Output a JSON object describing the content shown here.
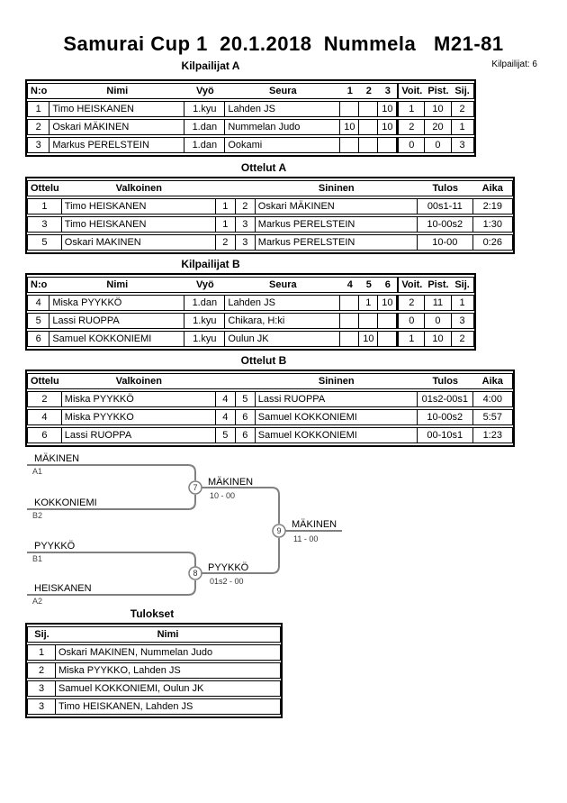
{
  "title": "Samurai Cup 1  20.1.2018  Nummela   M21-81",
  "competitor_count": "Kilpailijat: 6",
  "poolA": {
    "title": "Kilpailijat A",
    "h": {
      "no": "N:o",
      "nimi": "Nimi",
      "vyo": "Vyö",
      "seura": "Seura",
      "c1": "1",
      "c2": "2",
      "c3": "3",
      "voit": "Voit.",
      "pist": "Pist.",
      "sij": "Sij."
    },
    "rows": [
      {
        "no": "1",
        "nimi": "Timo HEISKANEN",
        "vyo": "1.kyu",
        "seura": "Lahden JS",
        "c1": "",
        "c2": "",
        "c3": "10",
        "voit": "1",
        "pist": "10",
        "sij": "2"
      },
      {
        "no": "2",
        "nimi": "Oskari MÄKINEN",
        "vyo": "1.dan",
        "seura": "Nummelan Judo",
        "c1": "10",
        "c2": "",
        "c3": "10",
        "voit": "2",
        "pist": "20",
        "sij": "1"
      },
      {
        "no": "3",
        "nimi": "Markus PERELSTEIN",
        "vyo": "1.dan",
        "seura": "Ookami",
        "c1": "",
        "c2": "",
        "c3": "",
        "voit": "0",
        "pist": "0",
        "sij": "3"
      }
    ]
  },
  "matchesA": {
    "title": "Ottelut A",
    "h": {
      "ottelu": "Ottelu",
      "valkoinen": "Valkoinen",
      "sininen": "Sininen",
      "tulos": "Tulos",
      "aika": "Aika"
    },
    "rows": [
      {
        "no": "1",
        "white": "Timo HEISKANEN",
        "wn": "1",
        "bn": "2",
        "blue": "Oskari MÄKINEN",
        "tulos": "00s1-11",
        "aika": "2:19"
      },
      {
        "no": "3",
        "white": "Timo HEISKANEN",
        "wn": "1",
        "bn": "3",
        "blue": "Markus PERELSTEIN",
        "tulos": "10-00s2",
        "aika": "1:30"
      },
      {
        "no": "5",
        "white": "Oskari MAKINEN",
        "wn": "2",
        "bn": "3",
        "blue": "Markus PERELSTEIN",
        "tulos": "10-00",
        "aika": "0:26"
      }
    ]
  },
  "poolB": {
    "title": "Kilpailijat B",
    "h": {
      "no": "N:o",
      "nimi": "Nimi",
      "vyo": "Vyö",
      "seura": "Seura",
      "c1": "4",
      "c2": "5",
      "c3": "6",
      "voit": "Voit.",
      "pist": "Pist.",
      "sij": "Sij."
    },
    "rows": [
      {
        "no": "4",
        "nimi": "Miska PYYKKÖ",
        "vyo": "1.dan",
        "seura": "Lahden JS",
        "c1": "",
        "c2": "1",
        "c3": "10",
        "voit": "2",
        "pist": "11",
        "sij": "1"
      },
      {
        "no": "5",
        "nimi": "Lassi RUOPPA",
        "vyo": "1.kyu",
        "seura": "Chikara, H:ki",
        "c1": "",
        "c2": "",
        "c3": "",
        "voit": "0",
        "pist": "0",
        "sij": "3"
      },
      {
        "no": "6",
        "nimi": "Samuel KOKKONIEMI",
        "vyo": "1.kyu",
        "seura": "Oulun JK",
        "c1": "",
        "c2": "10",
        "c3": "",
        "voit": "1",
        "pist": "10",
        "sij": "2"
      }
    ]
  },
  "matchesB": {
    "title": "Ottelut B",
    "h": {
      "ottelu": "Ottelu",
      "valkoinen": "Valkoinen",
      "sininen": "Sininen",
      "tulos": "Tulos",
      "aika": "Aika"
    },
    "rows": [
      {
        "no": "2",
        "white": "Miska PYYKKÖ",
        "wn": "4",
        "bn": "5",
        "blue": "Lassi RUOPPA",
        "tulos": "01s2-00s1",
        "aika": "4:00"
      },
      {
        "no": "4",
        "white": "Miska PYYKKO",
        "wn": "4",
        "bn": "6",
        "blue": "Samuel KOKKONIEMI",
        "tulos": "10-00s2",
        "aika": "5:57"
      },
      {
        "no": "6",
        "white": "Lassi RUOPPA",
        "wn": "5",
        "bn": "6",
        "blue": "Samuel KOKKONIEMI",
        "tulos": "00-10s1",
        "aika": "1:23"
      }
    ]
  },
  "bracket": {
    "slot1_name": "MÄKINEN",
    "slot1_seed": "A1",
    "slot2_name": "KOKKONIEMI",
    "slot2_seed": "B2",
    "slot3_name": "PYYKKÖ",
    "slot3_seed": "B1",
    "slot4_name": "HEISKANEN",
    "slot4_seed": "A2",
    "m7_no": "7",
    "m7_winner": "MÄKINEN",
    "m7_score": "10 - 00",
    "m8_no": "8",
    "m8_winner": "PYYKKÖ",
    "m8_score": "01s2 - 00",
    "m9_no": "9",
    "m9_winner": "MÄKINEN",
    "m9_score": "11 - 00",
    "line_color": "#808080"
  },
  "results": {
    "title": "Tulokset",
    "h": {
      "sij": "Sij.",
      "nimi": "Nimi"
    },
    "rows": [
      {
        "sij": "1",
        "nimi": "Oskari MAKINEN, Nummelan Judo"
      },
      {
        "sij": "2",
        "nimi": "Miska PYYKKO, Lahden JS"
      },
      {
        "sij": "3",
        "nimi": "Samuel KOKKONIEMI, Oulun JK"
      },
      {
        "sij": "3",
        "nimi": "Timo HEISKANEN, Lahden JS"
      }
    ]
  }
}
